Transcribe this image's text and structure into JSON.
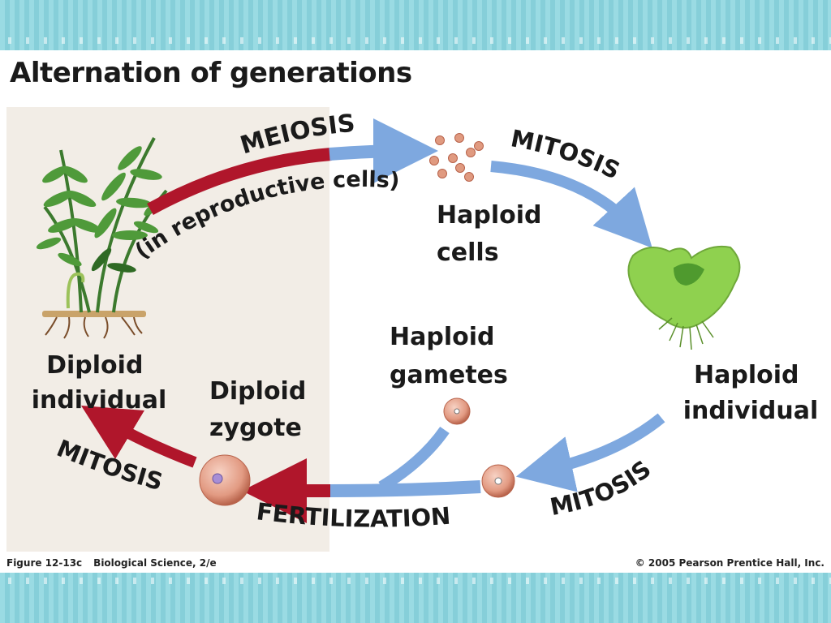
{
  "title": "Alternation of generations",
  "labels": {
    "meiosis": "MEIOSIS",
    "meiosis_note": "(in reproductive cells)",
    "mitosis_top": "MITOSIS",
    "mitosis_right": "MITOSIS",
    "mitosis_left": "MITOSIS",
    "fertilization": "FERTILIZATION",
    "haploid_cells": [
      "Haploid",
      "cells"
    ],
    "haploid_individual": [
      "Haploid",
      "individual"
    ],
    "haploid_gametes": [
      "Haploid",
      "gametes"
    ],
    "diploid_zygote": [
      "Diploid",
      "zygote"
    ],
    "diploid_individual": [
      "Diploid",
      "individual"
    ]
  },
  "footer": {
    "figure": "Figure 12-13c",
    "book": "Biological Science, 2/e",
    "copyright": "© 2005 Pearson Prentice Hall, Inc."
  },
  "colors": {
    "diploid_arrow": "#b0162b",
    "haploid_arrow": "#7ea8df",
    "diploid_panel": "#f2ede6",
    "cell": "#e8a08a"
  },
  "icons": [
    "fern-icon",
    "gametophyte-icon"
  ]
}
